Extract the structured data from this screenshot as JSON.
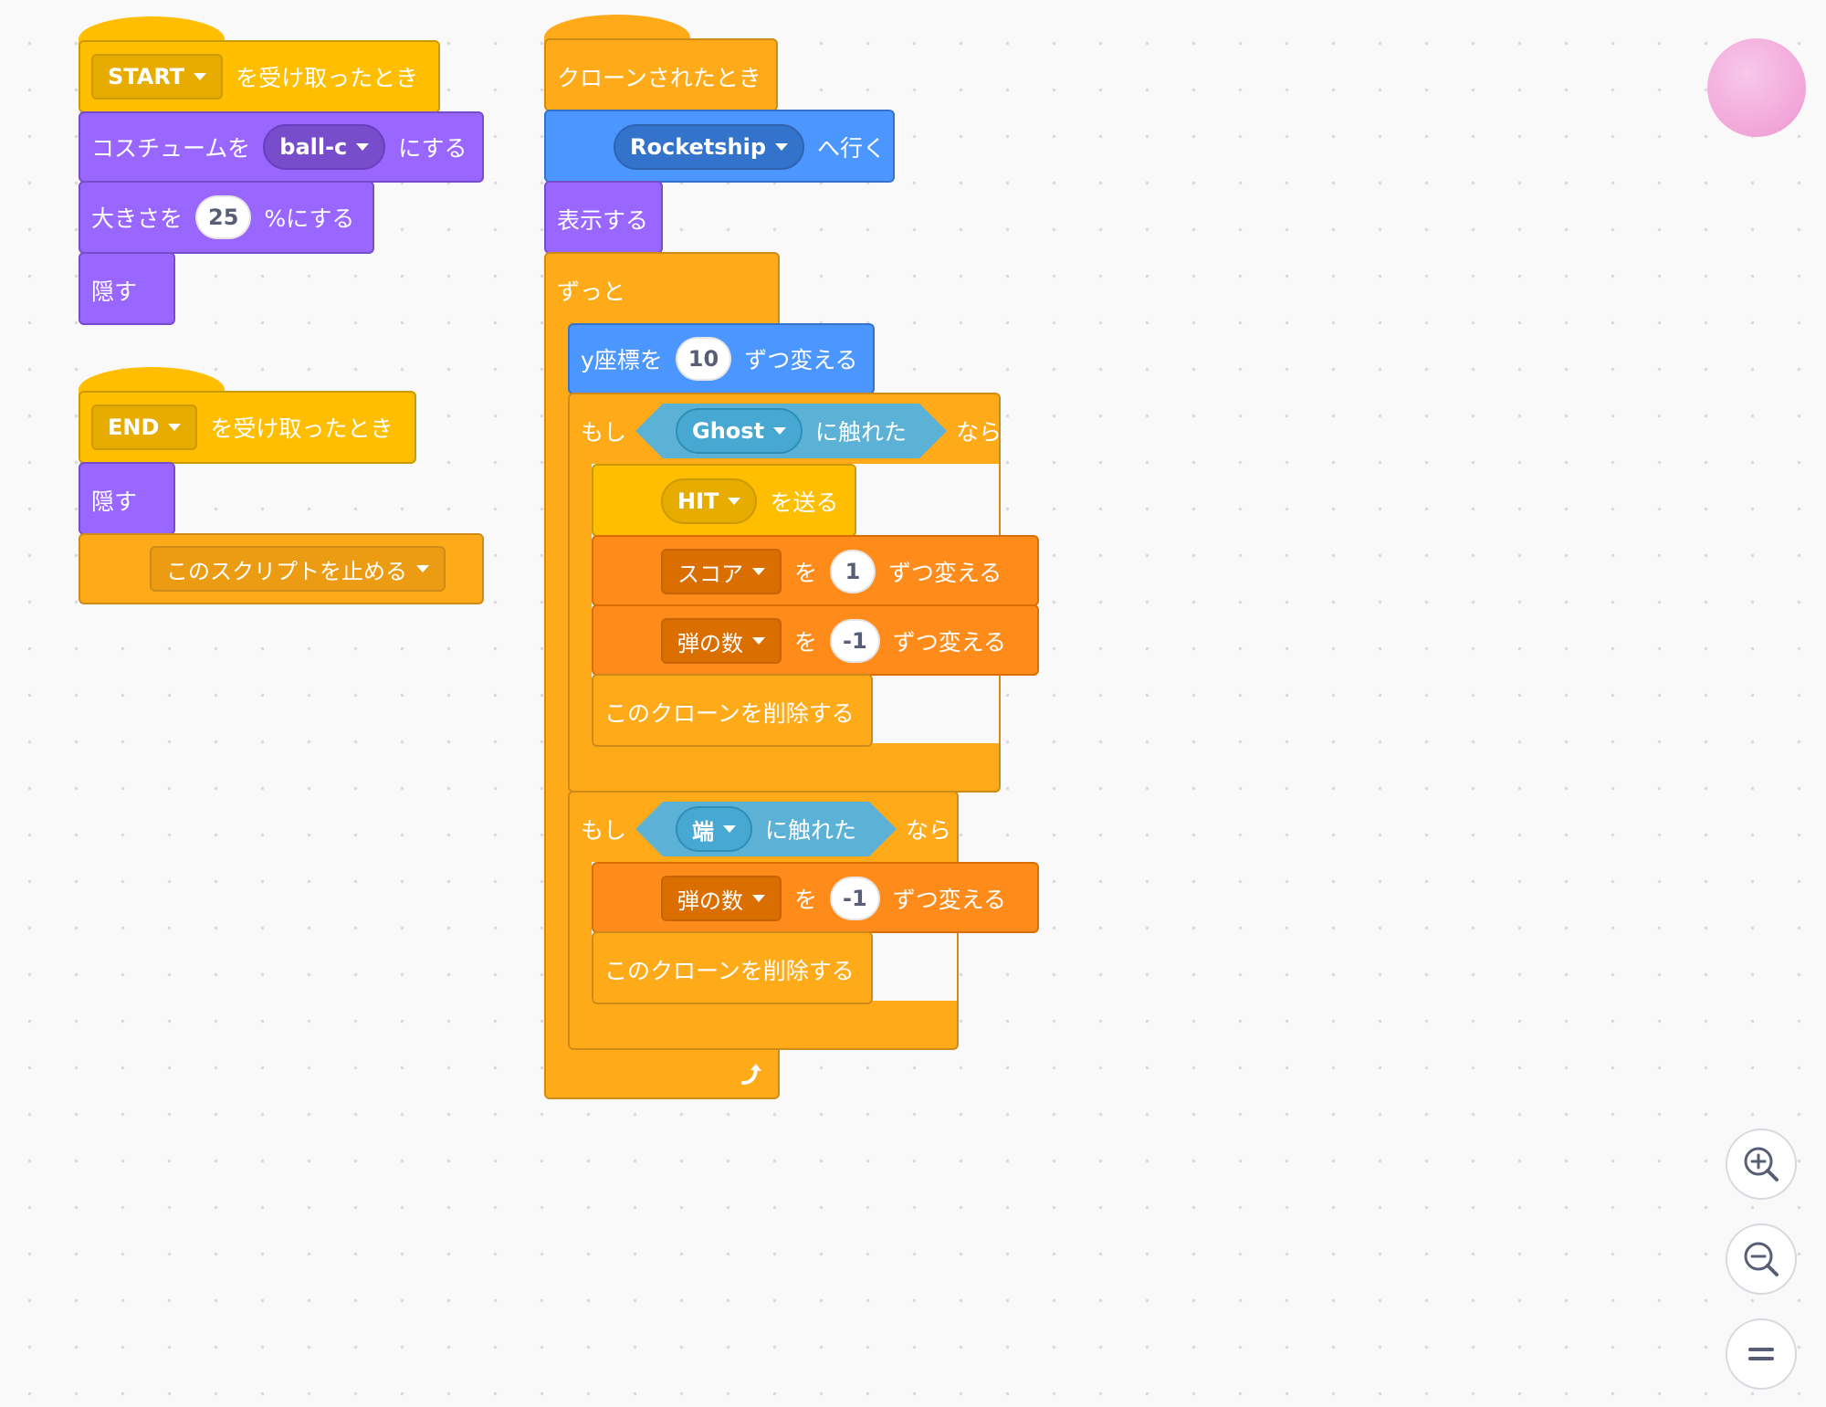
{
  "script_start": {
    "hat_message": "START",
    "hat_suffix": "を受け取ったとき",
    "costume_prefix": "コスチュームを",
    "costume_value": "ball-c",
    "costume_suffix": "にする",
    "size_prefix": "大きさを",
    "size_value": "25",
    "size_suffix": "%にする",
    "hide": "隠す"
  },
  "script_end": {
    "hat_message": "END",
    "hat_suffix": "を受け取ったとき",
    "hide": "隠す",
    "stop_option": "このスクリプトを止める"
  },
  "script_clone": {
    "hat": "クローンされたとき",
    "goto_target": "Rocketship",
    "goto_suffix": "へ行く",
    "show": "表示する",
    "forever": "ずっと",
    "change_y_prefix": "y座標を",
    "change_y_value": "10",
    "change_y_suffix": "ずつ変える",
    "if1_prefix": "もし",
    "if1_touch_target": "Ghost",
    "if1_touch_suffix": "に触れた",
    "if1_suffix": "なら",
    "broadcast_message": "HIT",
    "broadcast_suffix": "を送る",
    "var1_name": "スコア",
    "var1_mid": "を",
    "var1_value": "1",
    "var1_suffix": "ずつ変える",
    "var2_name": "弾の数",
    "var2_mid": "を",
    "var2_value": "-1",
    "var2_suffix": "ずつ変える",
    "delete1": "このクローンを削除する",
    "if2_prefix": "もし",
    "if2_touch_target": "端",
    "if2_touch_suffix": "に触れた",
    "if2_suffix": "なら",
    "var3_name": "弾の数",
    "var3_mid": "を",
    "var3_value": "-1",
    "var3_suffix": "ずつ変える",
    "delete2": "このクローンを削除する"
  },
  "icons": [
    "zoom-in-icon",
    "zoom-out-icon",
    "zoom-reset-icon",
    "loop-arrow-icon",
    "dropdown-caret-icon"
  ],
  "colors": {
    "events": "#ffbf00",
    "looks": "#9966ff",
    "motion": "#4c97ff",
    "control": "#ffab19",
    "variables": "#ff8c1a",
    "sensing": "#5cb1d6",
    "background": "#f9f9f9"
  }
}
